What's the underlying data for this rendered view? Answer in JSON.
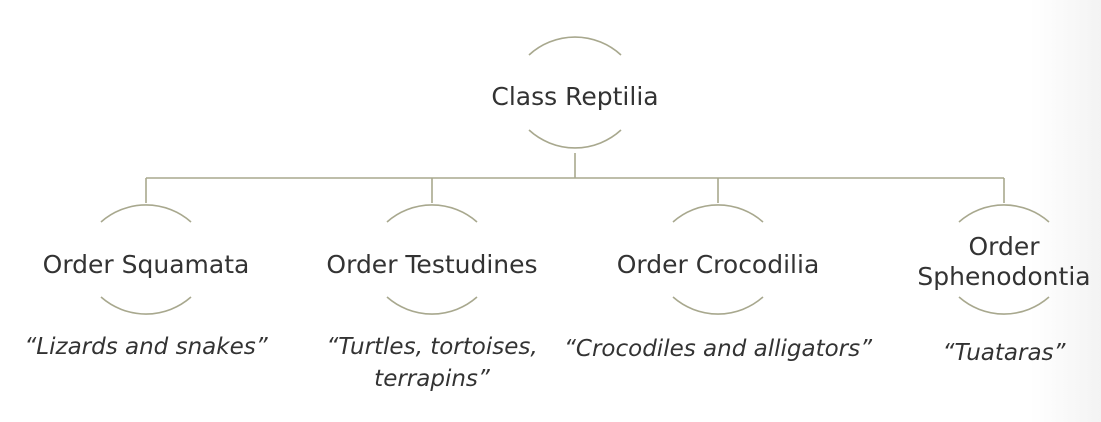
{
  "root": {
    "label": "Class Reptilia"
  },
  "orders": [
    {
      "label_line1": "Order Squamata",
      "label_line2": "",
      "desc_line1": "“Lizards and snakes”",
      "desc_line2": ""
    },
    {
      "label_line1": "Order Testudines",
      "label_line2": "",
      "desc_line1": "“Turtles, tortoises,",
      "desc_line2": "terrapins”"
    },
    {
      "label_line1": "Order Crocodilia",
      "label_line2": "",
      "desc_line1": "“Crocodiles and alligators”",
      "desc_line2": ""
    },
    {
      "label_line1": "Order",
      "label_line2": "Sphenodontia",
      "desc_line1": "“Tuataras”",
      "desc_line2": ""
    }
  ],
  "colors": {
    "line": "#a8a88e",
    "text": "#333333"
  }
}
